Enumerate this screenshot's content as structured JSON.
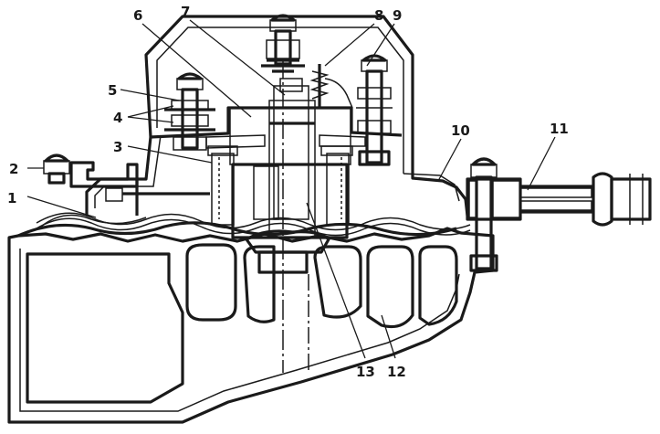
{
  "diagram": {
    "callouts": [
      {
        "id": "c1",
        "text": "1"
      },
      {
        "id": "c2",
        "text": "2"
      },
      {
        "id": "c3",
        "text": "3"
      },
      {
        "id": "c4",
        "text": "4"
      },
      {
        "id": "c5",
        "text": "5"
      },
      {
        "id": "c6",
        "text": "6"
      },
      {
        "id": "c7",
        "text": "7"
      },
      {
        "id": "c8",
        "text": "8"
      },
      {
        "id": "c9",
        "text": "9"
      },
      {
        "id": "c10",
        "text": "10"
      },
      {
        "id": "c11",
        "text": "11"
      },
      {
        "id": "c12",
        "text": "12"
      },
      {
        "id": "c13",
        "text": "13"
      }
    ],
    "colors": {
      "ink": "#1a1a1a",
      "background": "#ffffff"
    }
  }
}
